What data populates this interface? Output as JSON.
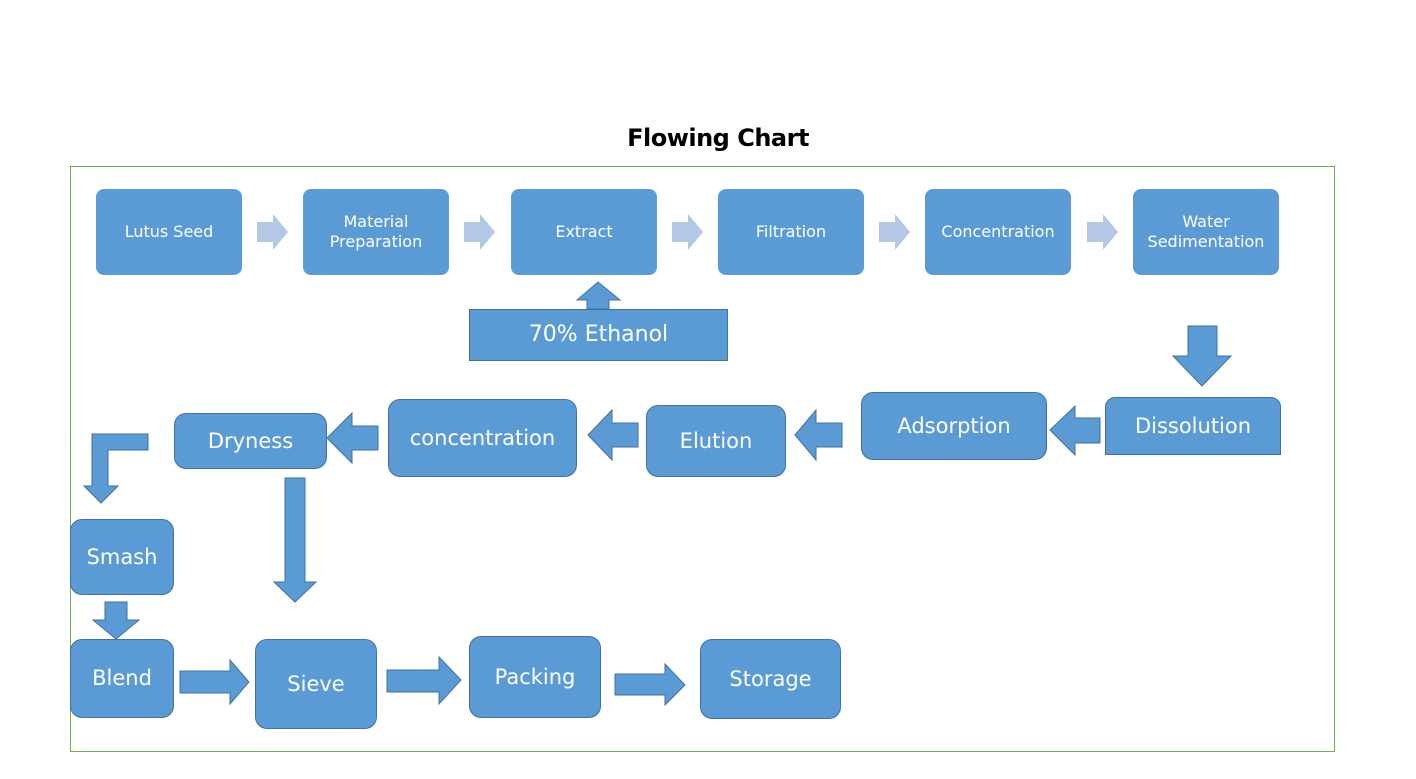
{
  "title": "Flowing Chart",
  "colors": {
    "box_fill": "#5b9bd5",
    "box_border": "#41719c",
    "light_arrow": "#b4c7e7",
    "frame_border": "#70ad47",
    "text": "#ffffff"
  },
  "steps": {
    "lotus_seed": "Lutus Seed",
    "material_preparation": "Material Preparation",
    "extract": "Extract",
    "filtration": "Filtration",
    "concentration_1": "Concentration",
    "water_sedimentation": "Water Sedimentation",
    "ethanol": "70% Ethanol",
    "dissolution": "Dissolution",
    "adsorption": "Adsorption",
    "elution": "Elution",
    "concentration_2": "concentration",
    "dryness": "Dryness",
    "smash": "Smash",
    "blend": "Blend",
    "sieve": "Sieve",
    "packing": "Packing",
    "storage": "Storage"
  },
  "flow": [
    [
      "Lutus Seed",
      "Material Preparation"
    ],
    [
      "Material Preparation",
      "Extract"
    ],
    [
      "70% Ethanol",
      "Extract"
    ],
    [
      "Extract",
      "Filtration"
    ],
    [
      "Filtration",
      "Concentration"
    ],
    [
      "Concentration",
      "Water Sedimentation"
    ],
    [
      "Water Sedimentation",
      "Dissolution"
    ],
    [
      "Dissolution",
      "Adsorption"
    ],
    [
      "Adsorption",
      "Elution"
    ],
    [
      "Elution",
      "concentration"
    ],
    [
      "concentration",
      "Dryness"
    ],
    [
      "Dryness",
      "Smash"
    ],
    [
      "Dryness",
      "Sieve"
    ],
    [
      "Smash",
      "Blend"
    ],
    [
      "Blend",
      "Sieve"
    ],
    [
      "Sieve",
      "Packing"
    ],
    [
      "Packing",
      "Storage"
    ]
  ]
}
